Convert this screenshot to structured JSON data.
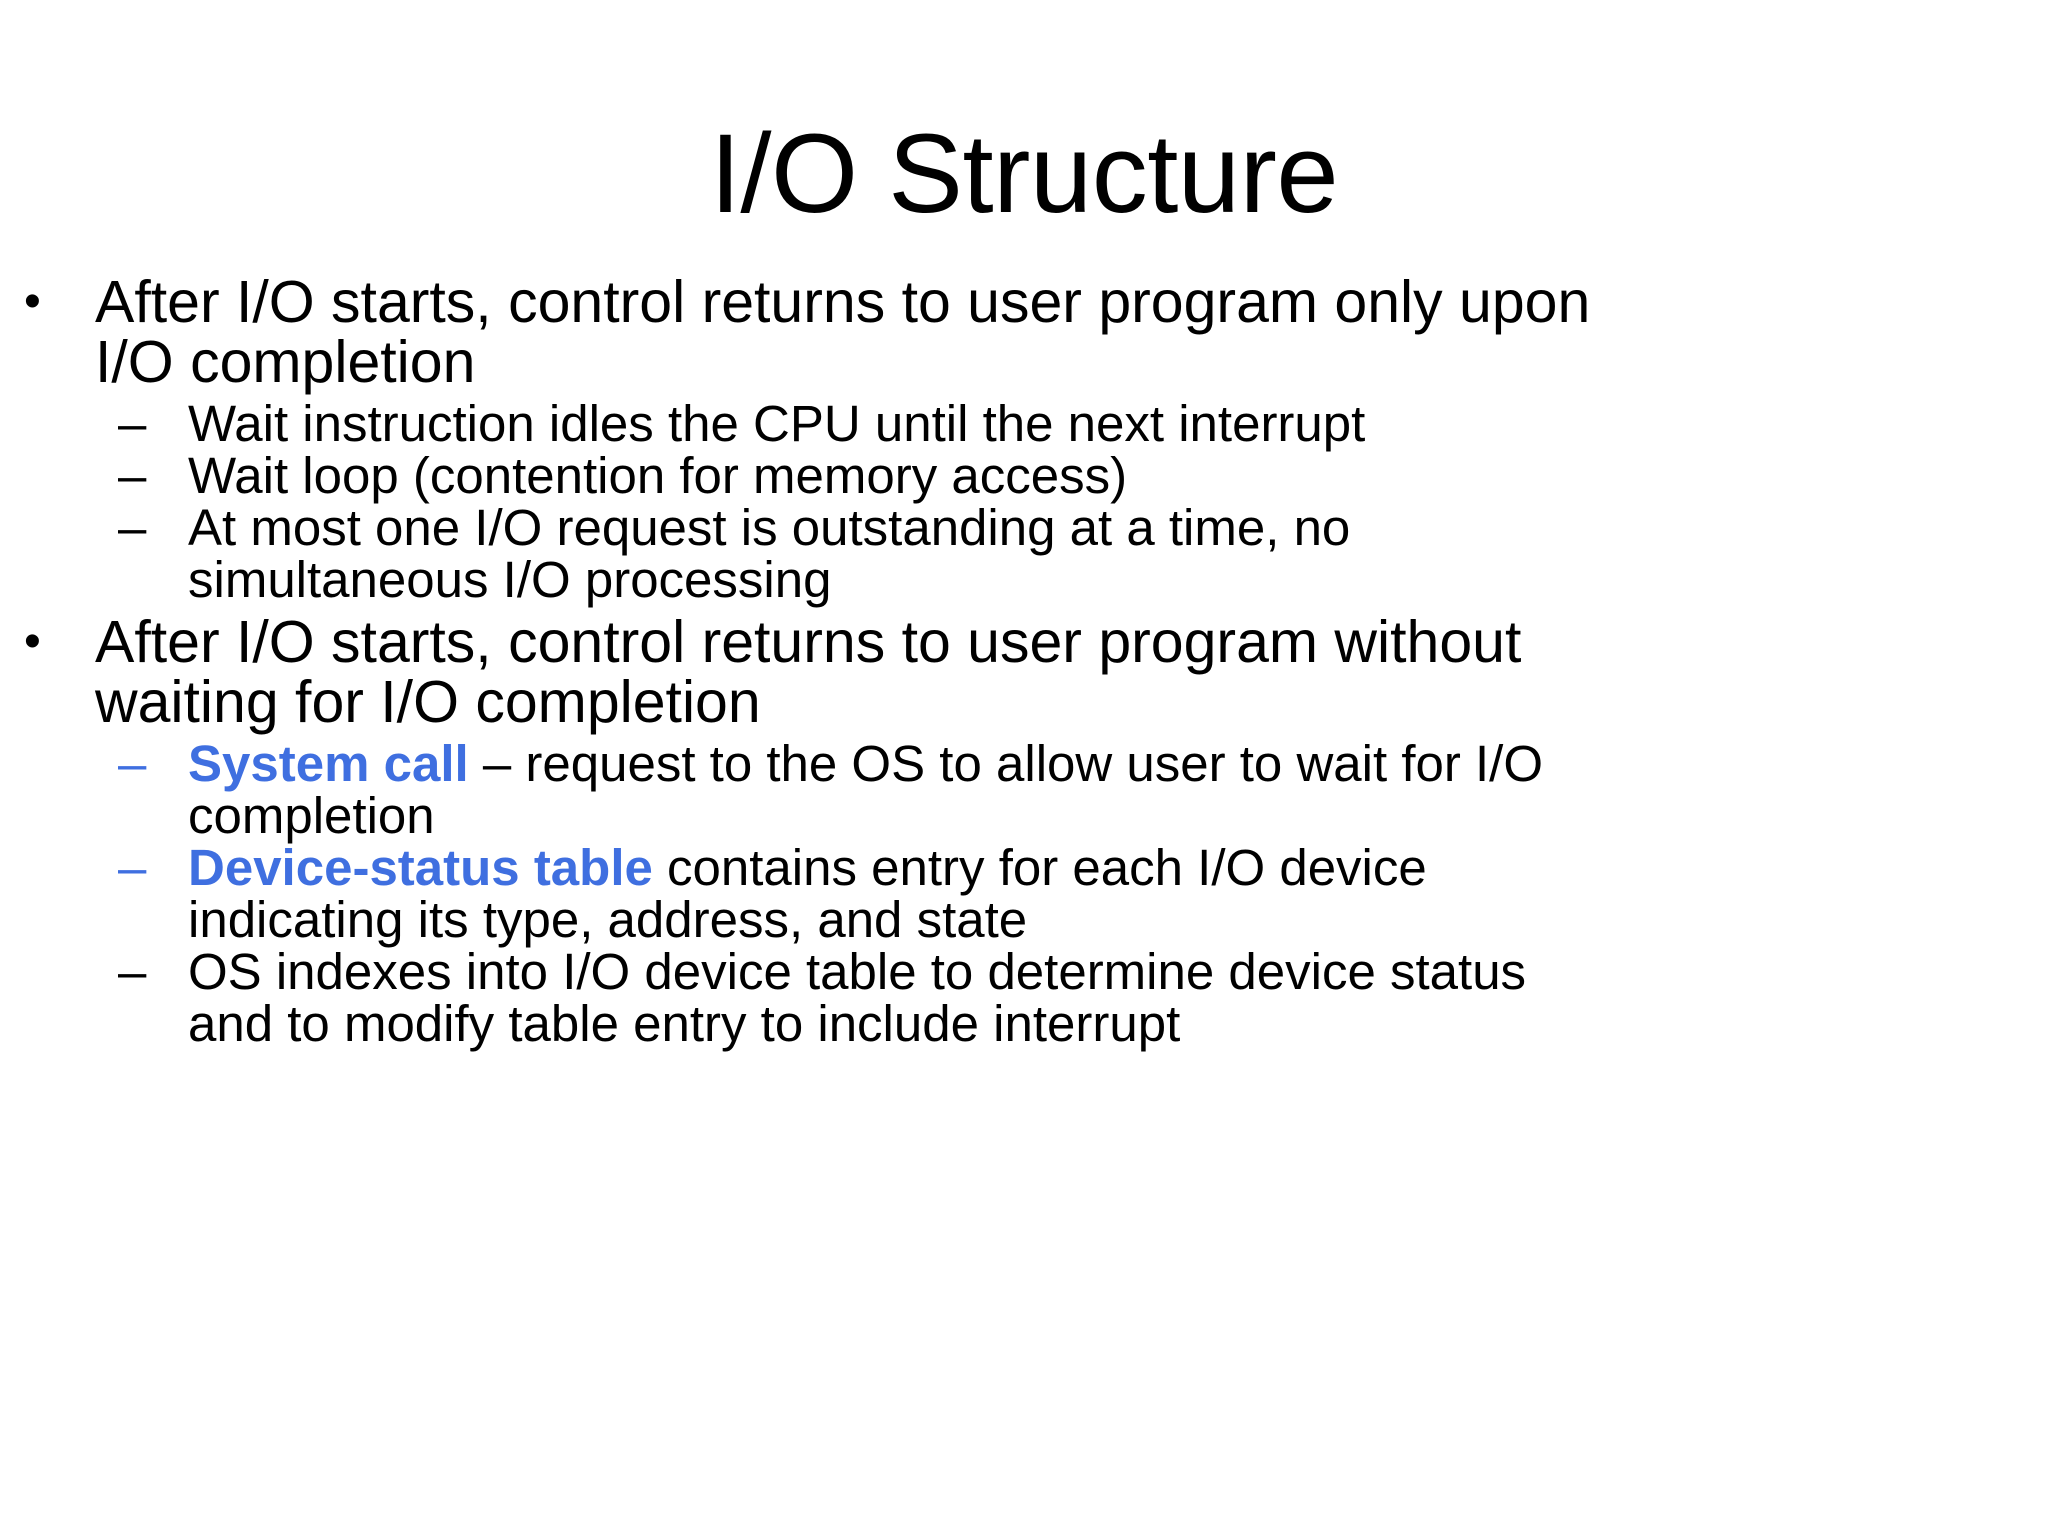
{
  "slide": {
    "title": "I/O Structure",
    "background_color": "#FFFFFF",
    "text_color": "#000000",
    "accent_color": "#3F6FE0",
    "bullet_marker_level1": "•",
    "bullet_marker_level2": "–"
  },
  "content": {
    "blocks": [
      {
        "bullet": "After I/O starts, control returns to user program only upon I/O completion",
        "sub_bullets": [
          {
            "term": "",
            "separator": "",
            "text": "Wait instruction idles the CPU until the next interrupt",
            "accent_marker": false
          },
          {
            "term": "",
            "separator": "",
            "text": "Wait loop (contention for memory access)",
            "accent_marker": false
          },
          {
            "term": "",
            "separator": "",
            "text": "At most one I/O request is outstanding at a time, no simultaneous I/O processing",
            "accent_marker": false
          }
        ]
      },
      {
        "bullet": "After I/O starts, control returns to user program without waiting for I/O completion",
        "sub_bullets": [
          {
            "term": "System call",
            "separator": " – ",
            "text": "request to the OS to allow user to wait for I/O completion",
            "accent_marker": true
          },
          {
            "term": "Device-status table",
            "separator": " ",
            "text": "contains entry for each I/O device indicating its type, address, and state",
            "accent_marker": true
          },
          {
            "term": "",
            "separator": "",
            "text": "OS indexes into I/O device table to determine device status and to modify table entry to include interrupt",
            "accent_marker": false
          }
        ]
      }
    ]
  }
}
